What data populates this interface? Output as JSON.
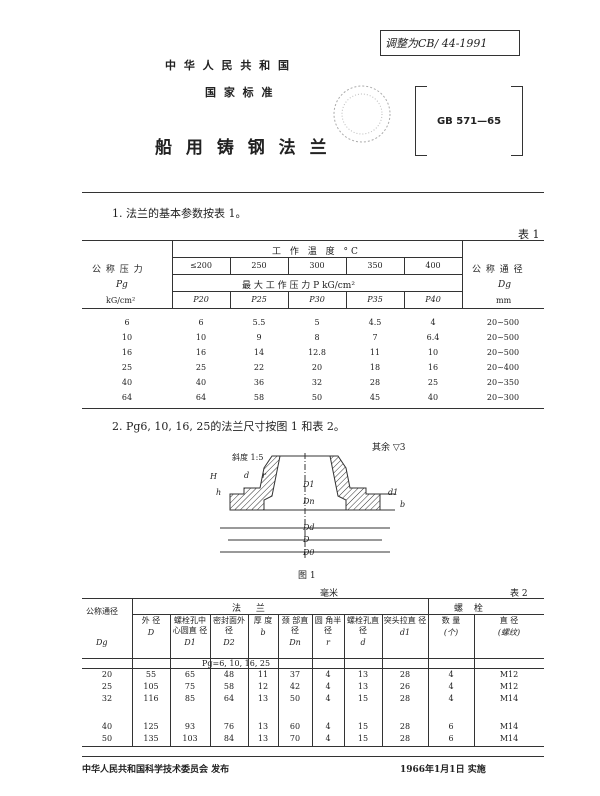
{
  "header": {
    "country": "中 华 人 民 共 和 国",
    "standard_type": "国 家 标 准",
    "title": "船 用 铸 钢 法 兰",
    "code": "GB 571—65",
    "stamp_text": "调整为CB/ 44-1991"
  },
  "section1": {
    "text": "1. 法兰的基本参数按表 1。",
    "table_label": "表 1"
  },
  "table1": {
    "col_pn_label": "公 称 压 力",
    "col_pn_sym": "Pg",
    "col_pn_unit": "kG/cm²",
    "temp_header": "工 作 温 度 °C",
    "temps": [
      "≤200",
      "250",
      "300",
      "350",
      "400"
    ],
    "max_pressure_header": "最 大 工 作 压 力 P kG/cm²",
    "subheads": [
      "P20",
      "P25",
      "P30",
      "P35",
      "P40"
    ],
    "col_dn_label": "公 称 通 径",
    "col_dn_sym": "Dg",
    "col_dn_unit": "mm",
    "rows": [
      [
        "6",
        "6",
        "5.5",
        "5",
        "4.5",
        "4",
        "20~500"
      ],
      [
        "10",
        "10",
        "9",
        "8",
        "7",
        "6.4",
        "20~500"
      ],
      [
        "16",
        "16",
        "14",
        "12.8",
        "11",
        "10",
        "20~500"
      ],
      [
        "25",
        "25",
        "22",
        "20",
        "18",
        "16",
        "20~400"
      ],
      [
        "40",
        "40",
        "36",
        "32",
        "28",
        "25",
        "20~350"
      ],
      [
        "64",
        "64",
        "58",
        "50",
        "45",
        "40",
        "20~300"
      ]
    ]
  },
  "section2": {
    "text": "2. Pg6, 10, 16, 25的法兰尺寸按图 1 和表 2。",
    "roughness": "其余 ▽3"
  },
  "figure": {
    "slope": "斜度 1:5",
    "labels": [
      "D1",
      "Dn",
      "D",
      "Dd",
      "b",
      "H",
      "h",
      "d",
      "r",
      "D0",
      "d1"
    ],
    "caption": "图 1"
  },
  "table2": {
    "unit_label": "毫米",
    "table_label": "表 2",
    "dn_label": "公称通径",
    "dn_sym": "Dg",
    "group_flange": "法  兰",
    "group_bolt": "螺  栓",
    "cols": [
      {
        "name": "外 径",
        "sym": "D"
      },
      {
        "name": "螺栓孔中心圆直 径",
        "sym": "D1"
      },
      {
        "name": "密封面外 径",
        "sym": "D2"
      },
      {
        "name": "厚 度",
        "sym": "b"
      },
      {
        "name": "颈 部直 径",
        "sym": "Dn"
      },
      {
        "name": "圆 角半 径",
        "sym": "r"
      },
      {
        "name": "螺栓孔直 径",
        "sym": "d"
      },
      {
        "name": "突头拉直 径",
        "sym": "d1"
      },
      {
        "name": "数 量",
        "sym": "(个)"
      },
      {
        "name": "直 径",
        "sym": "(螺纹)"
      }
    ],
    "subheader": "Pg=6, 10, 16, 25",
    "rows": [
      [
        "20",
        "55",
        "65",
        "48",
        "11",
        "37",
        "4",
        "13",
        "28",
        "4",
        "M12"
      ],
      [
        "25",
        "105",
        "75",
        "58",
        "12",
        "42",
        "4",
        "13",
        "26",
        "4",
        "M12"
      ],
      [
        "32",
        "116",
        "85",
        "64",
        "13",
        "50",
        "4",
        "15",
        "28",
        "4",
        "M14"
      ],
      [
        "40",
        "125",
        "93",
        "76",
        "13",
        "60",
        "4",
        "15",
        "28",
        "6",
        "M14"
      ],
      [
        "50",
        "135",
        "103",
        "84",
        "13",
        "70",
        "4",
        "15",
        "28",
        "6",
        "M14"
      ]
    ]
  },
  "footer": {
    "issuer": "中华人民共和国科学技术委员会  发布",
    "date": "1966年1月1日  实施"
  }
}
